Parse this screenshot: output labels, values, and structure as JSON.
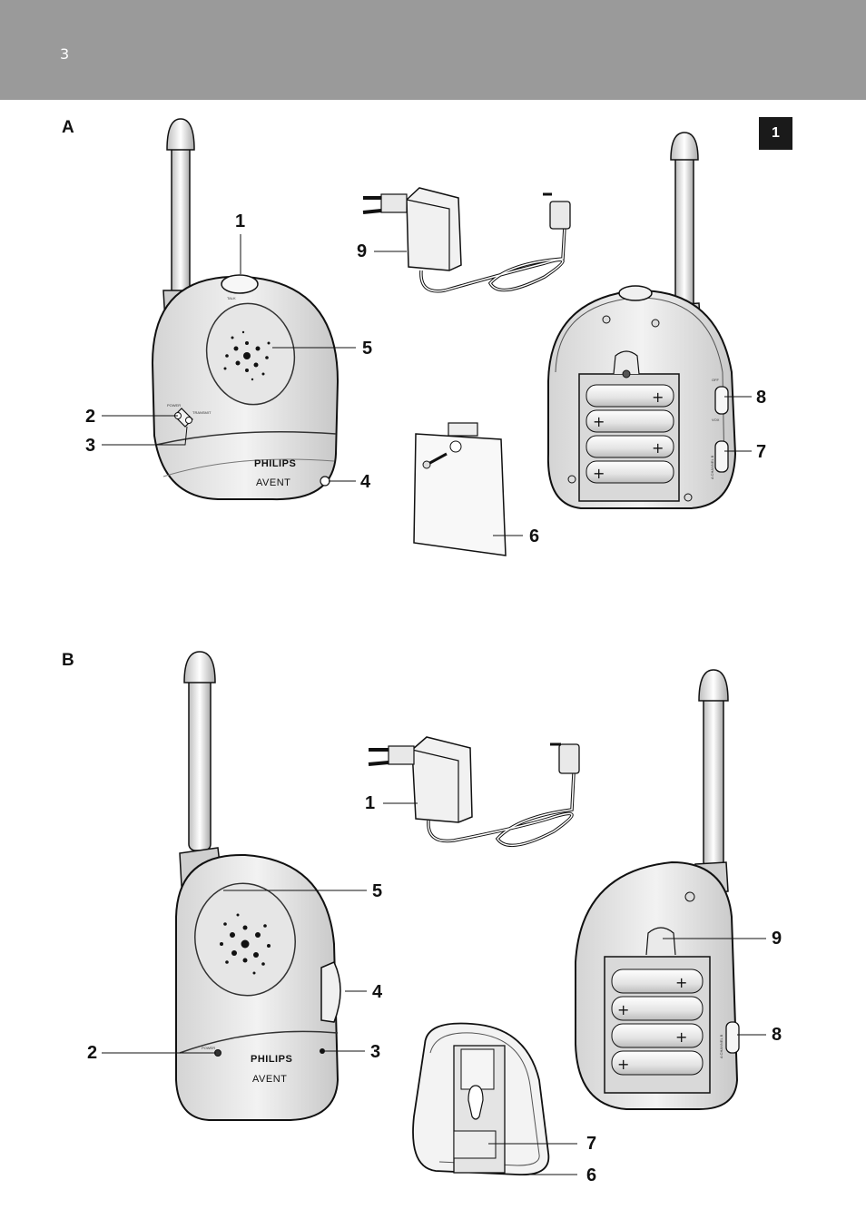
{
  "header": {
    "page_number": "3"
  },
  "chapter_tab": "1",
  "figure_a": {
    "letter": "A",
    "parent_unit": {
      "brand_top": "PHILIPS",
      "brand_bottom": "AVENT",
      "talk_label": "TALK",
      "power_label": "POWER",
      "transmit_label": "TRANSMIT"
    },
    "back_labels": {
      "off": "OFF",
      "vox": "VOX",
      "channel": "A CHANNEL B"
    },
    "callouts": [
      "1",
      "2",
      "3",
      "4",
      "5",
      "6",
      "7",
      "8",
      "9"
    ]
  },
  "figure_b": {
    "letter": "B",
    "baby_unit": {
      "brand_top": "PHILIPS",
      "brand_bottom": "AVENT",
      "power_label": "POWER"
    },
    "back_labels": {
      "channel": "A CHANNEL B"
    },
    "callouts": [
      "1",
      "2",
      "3",
      "4",
      "5",
      "6",
      "7",
      "8",
      "9"
    ]
  }
}
